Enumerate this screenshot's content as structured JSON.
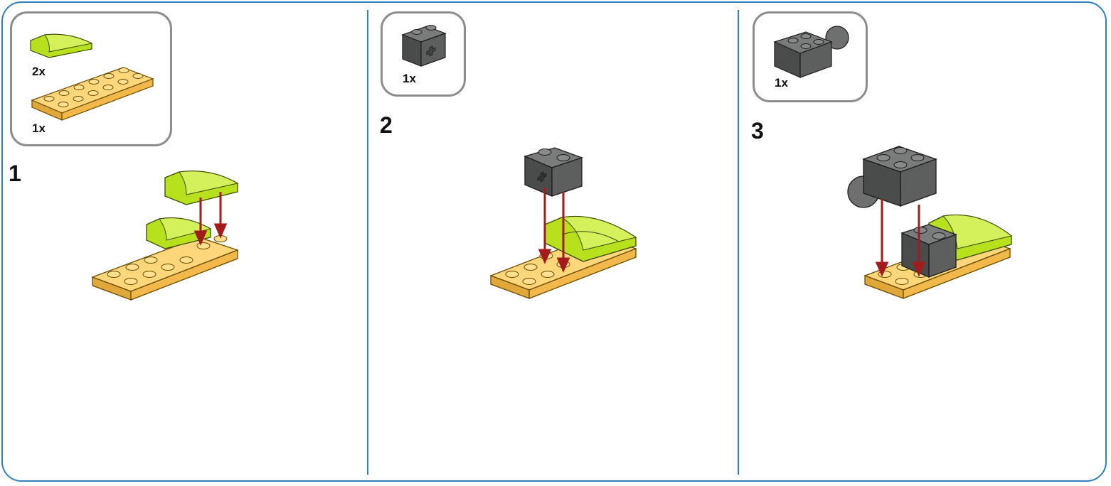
{
  "steps": [
    {
      "number": "1",
      "parts": [
        {
          "qty": "2x",
          "part": "lime-green-curved-slope"
        },
        {
          "qty": "1x",
          "part": "yellow-plate"
        }
      ]
    },
    {
      "number": "2",
      "parts": [
        {
          "qty": "1x",
          "part": "dark-gray-technic-brick"
        }
      ]
    },
    {
      "number": "3",
      "parts": [
        {
          "qty": "1x",
          "part": "dark-gray-ball-joint-brick"
        }
      ]
    }
  ],
  "colors": {
    "frame": "#2f7fc1",
    "plate": "#f6c35a",
    "slope": "#b7e11c",
    "brick": "#5d5f5e",
    "arrow": "#a31b1b",
    "box_border": "#8d8d8d"
  }
}
